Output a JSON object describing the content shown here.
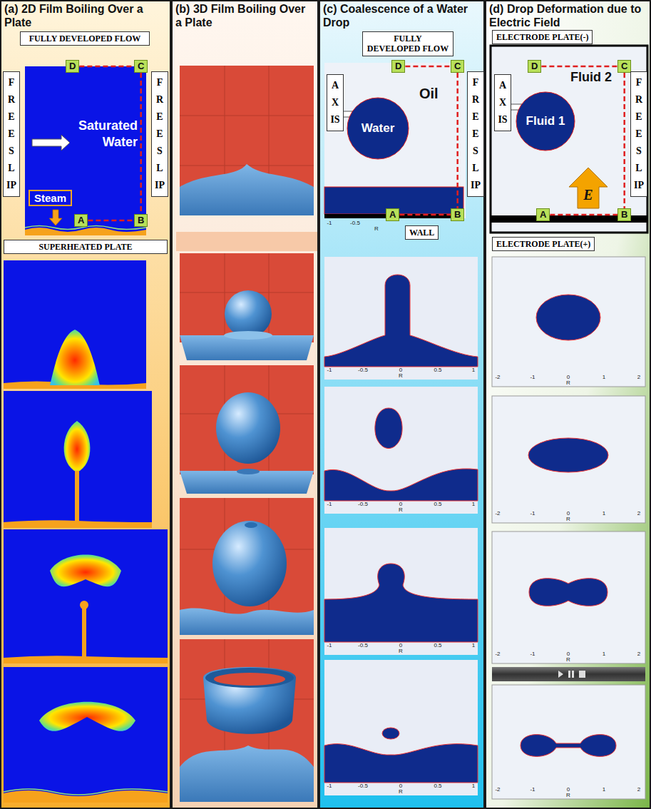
{
  "diagram": {
    "nodes": [
      {
        "text": [
          "(a) 2D Film Boiling Over a Plate"
        ]
      },
      {
        "text": [
          "FULLY DEVELOPED FLOW"
        ],
        "in": 0
      },
      {
        "text": [
          "D"
        ],
        "in": 0
      },
      {
        "text": [
          "C"
        ],
        "in": 0
      },
      {
        "text": [
          "FREE SLIP"
        ],
        "in": 0
      },
      {
        "text": [
          "FREE SLIP"
        ],
        "in": 0
      },
      {
        "text": [
          "Steam"
        ],
        "in": 0
      },
      {
        "text": [
          "A"
        ],
        "in": 0
      },
      {
        "text": [
          "B"
        ],
        "in": 0
      },
      {
        "text": [
          "SUPERHEATED PLATE"
        ],
        "in": 0
      },
      {
        "text": [
          "(b) 3D Film Boiling Over a Plate"
        ]
      },
      {
        "text": [
          "(c) Coalescence of a Water Drop"
        ]
      },
      {
        "text": [
          "FULLY DEVELOPED FLOW"
        ],
        "in": 11
      },
      {
        "text": [
          "D"
        ],
        "in": 11
      },
      {
        "text": [
          "C"
        ],
        "in": 11
      },
      {
        "text": [
          "AXIS"
        ],
        "in": 11
      },
      {
        "text": [
          "Water"
        ],
        "in": 11
      },
      {
        "text": [
          "FREE SLIP"
        ],
        "in": 11
      },
      {
        "text": [
          "A"
        ],
        "in": 11
      },
      {
        "text": [
          "B"
        ],
        "in": 11
      },
      {
        "text": [
          "WALL"
        ],
        "in": 11
      },
      {
        "text": [
          "(d) Drop Deformation due to Electric Field"
        ]
      },
      {
        "text": [
          "ELECTRODE PLATE(-)"
        ],
        "in": 21
      },
      {
        "text": [
          "D"
        ],
        "in": 21
      },
      {
        "text": [
          "C"
        ],
        "in": 21
      },
      {
        "text": [
          "AXIS"
        ],
        "in": 21
      },
      {
        "text": [
          "Fluid 1"
        ],
        "in": 21
      },
      {
        "text": [
          "FREE SLIP"
        ],
        "in": 21
      },
      {
        "text": [
          "A"
        ],
        "in": 21
      },
      {
        "text": [
          "B"
        ],
        "in": 21
      },
      {
        "text": [
          "ELECTRODE PLATE(+)"
        ],
        "in": 21
      }
    ],
    "edges": [
      {
        "from": 2,
        "to": 3,
        "arrow": "none"
      },
      {
        "from": 3,
        "to": 8,
        "arrow": "none"
      },
      {
        "from": 7,
        "to": 8,
        "arrow": "none"
      },
      {
        "from": 13,
        "to": 14,
        "arrow": "none"
      },
      {
        "from": 14,
        "to": 19,
        "arrow": "none"
      },
      {
        "from": 18,
        "to": 19,
        "arrow": "none"
      },
      {
        "from": 23,
        "to": 24,
        "arrow": "none"
      },
      {
        "from": 24,
        "to": 29,
        "arrow": "none"
      },
      {
        "from": 28,
        "to": 29,
        "arrow": "none"
      }
    ],
    "labels": [
      "Saturated Water",
      "Oil",
      "-1",
      "-0.5",
      "R",
      "Fluid 2",
      "E",
      "-1",
      "-0.5",
      "0",
      "0.5",
      "1",
      "R",
      "-1",
      "-0.5",
      "0",
      "0.5",
      "1",
      "R",
      "-1",
      "-0.5",
      "0",
      "0.5",
      "1",
      "R",
      "-1",
      "-0.5",
      "0",
      "0.5",
      "1",
      "R",
      "-2",
      "-1",
      "0",
      "1",
      "2",
      "R",
      "-2",
      "-1",
      "0",
      "1",
      "2",
      "R",
      "-2",
      "-1",
      "0",
      "1",
      "2",
      "R",
      "-2",
      "-1",
      "0",
      "1",
      "2",
      "R"
    ]
  }
}
